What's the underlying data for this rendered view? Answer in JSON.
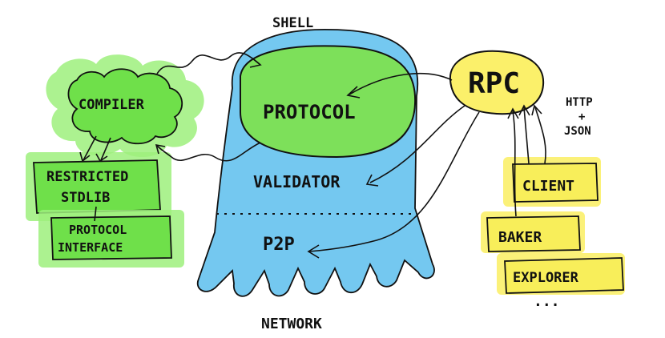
{
  "labels": {
    "shell": "SHELL",
    "protocol": "PROTOCOL",
    "validator": "VALIDATOR",
    "p2p": "P2P",
    "network": "NETWORK",
    "compiler": "COMPILER",
    "restricted_line1": "RESTRICTED",
    "restricted_line2": "STDLIB",
    "protocol_interface_line1": "PROTOCOL",
    "protocol_interface_line2": "INTERFACE",
    "rpc": "RPC",
    "http_json_line1": "HTTP",
    "http_json_line2": "+",
    "http_json_line3": "JSON",
    "client": "CLIENT",
    "baker": "BAKER",
    "explorer": "EXPLORER",
    "ellipsis": "..."
  },
  "colors": {
    "shell_fill": "#74c8f0",
    "protocol_fill": "#7de05a",
    "green_box": "#6fe04a",
    "green_glow": "#9ef07c",
    "rpc_fill": "#fbf06a",
    "yellow_box": "#f8ee5a",
    "ink": "#111111"
  }
}
